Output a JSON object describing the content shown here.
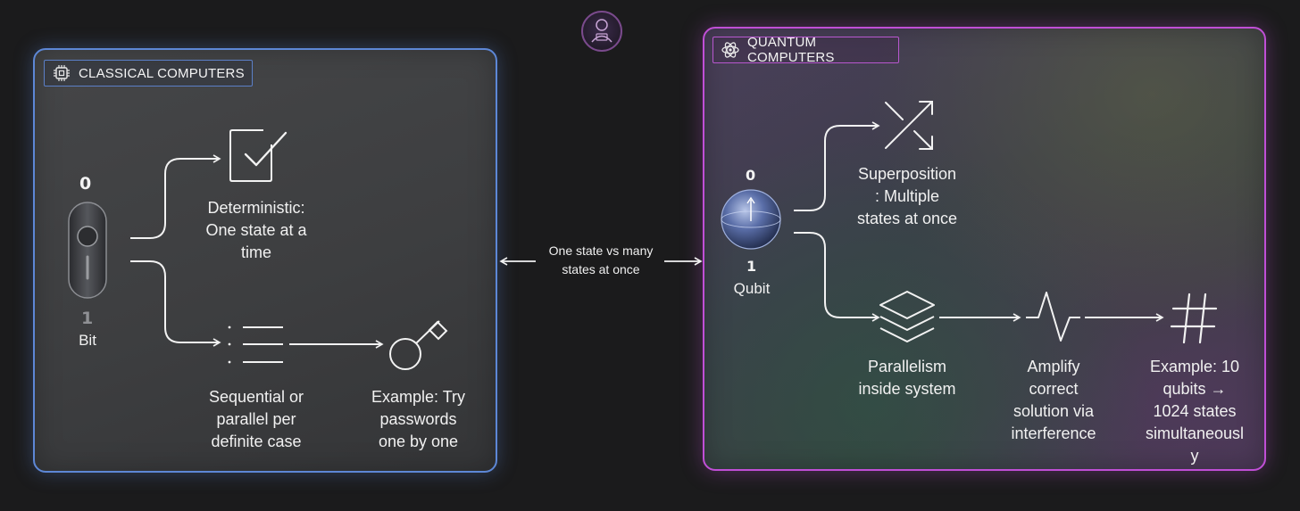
{
  "classical": {
    "title": "CLASSICAL COMPUTERS",
    "bit": {
      "top_value": "0",
      "bottom_value": "1",
      "label": "Bit"
    },
    "deterministic": [
      "Deterministic:",
      "One state at a",
      "time"
    ],
    "sequential": [
      "Sequential or",
      "parallel per",
      "definite case"
    ],
    "example": [
      "Example: Try",
      "passwords",
      "one by one"
    ]
  },
  "center": {
    "comparison": [
      "One state vs many",
      "states at once"
    ]
  },
  "quantum": {
    "title": "QUANTUM COMPUTERS",
    "qubit": {
      "top_value": "0",
      "bottom_value": "1",
      "label": "Qubit"
    },
    "superposition": [
      "Superposition",
      ": Multiple",
      "states at once"
    ],
    "parallelism": [
      "Parallelism",
      "inside system"
    ],
    "amplify": [
      "Amplify",
      "correct",
      "solution via",
      "interference"
    ],
    "example": [
      "Example: 10",
      "qubits →",
      "1024 states",
      "simultaneousl",
      "y"
    ]
  },
  "colors": {
    "classical_border": "#5d87d6",
    "quantum_border": "#c04fd6",
    "background": "#1b1b1c"
  },
  "icons": {
    "classical_title": "cpu-chip-icon",
    "quantum_title": "atom-icon",
    "deterministic": "checkbox-icon",
    "sequential": "list-icon",
    "example_classical": "key-icon",
    "superposition": "shuffle-icon",
    "parallelism": "layers-icon",
    "amplify": "waveform-icon",
    "example_quantum": "hash-icon",
    "logo": "avatar-logo-icon"
  }
}
